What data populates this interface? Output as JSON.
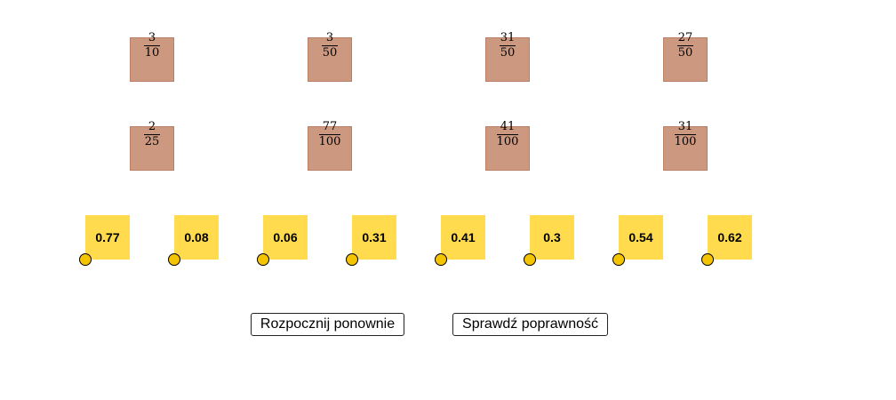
{
  "fractions": [
    {
      "num": "3",
      "den": "10"
    },
    {
      "num": "3",
      "den": "50"
    },
    {
      "num": "31",
      "den": "50"
    },
    {
      "num": "27",
      "den": "50"
    },
    {
      "num": "2",
      "den": "25"
    },
    {
      "num": "77",
      "den": "100"
    },
    {
      "num": "41",
      "den": "100"
    },
    {
      "num": "31",
      "den": "100"
    }
  ],
  "decimals": [
    "0.77",
    "0.08",
    "0.06",
    "0.31",
    "0.41",
    "0.3",
    "0.54",
    "0.62"
  ],
  "buttons": {
    "restart": "Rozpocznij ponownie",
    "check": "Sprawdź poprawność"
  },
  "colors": {
    "tile": "#cc9980",
    "card": "#ffdb4d",
    "handle": "#f5c400"
  }
}
